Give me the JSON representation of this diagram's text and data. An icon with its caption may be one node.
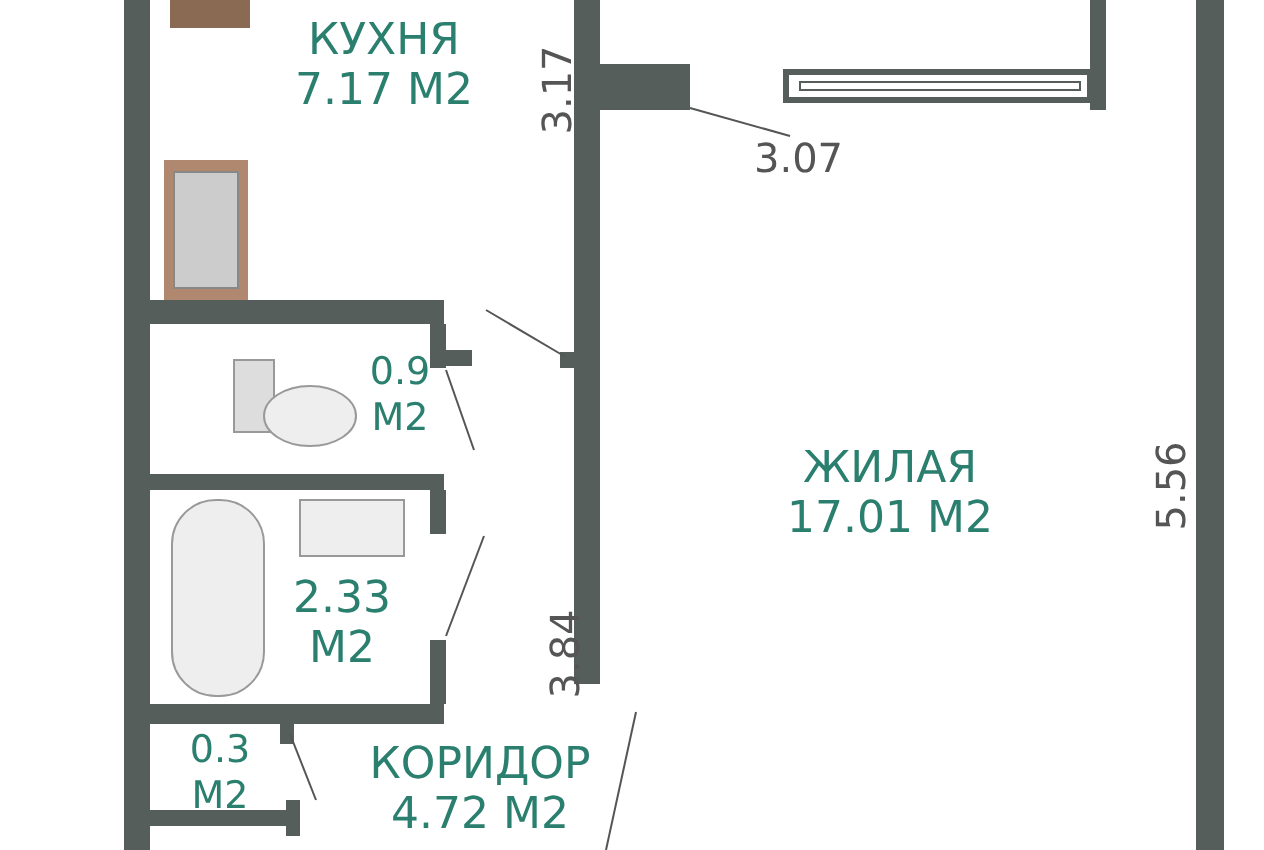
{
  "diagram": {
    "nodes": [
      {
        "text": [
          "КУХНЯ",
          "7.17 M2"
        ]
      },
      {
        "text": [
          "ЖИЛАЯ",
          "17.01 M2"
        ]
      },
      {
        "text": [
          "0.9 M2"
        ]
      },
      {
        "text": [
          "2.33 M2"
        ]
      },
      {
        "text": [
          "0.3 M2"
        ]
      },
      {
        "text": [
          "КОРИДОР",
          "4.72 M2"
        ]
      }
    ],
    "labels": [
      "3.17",
      "3.07",
      "5.56",
      "3.84"
    ]
  }
}
